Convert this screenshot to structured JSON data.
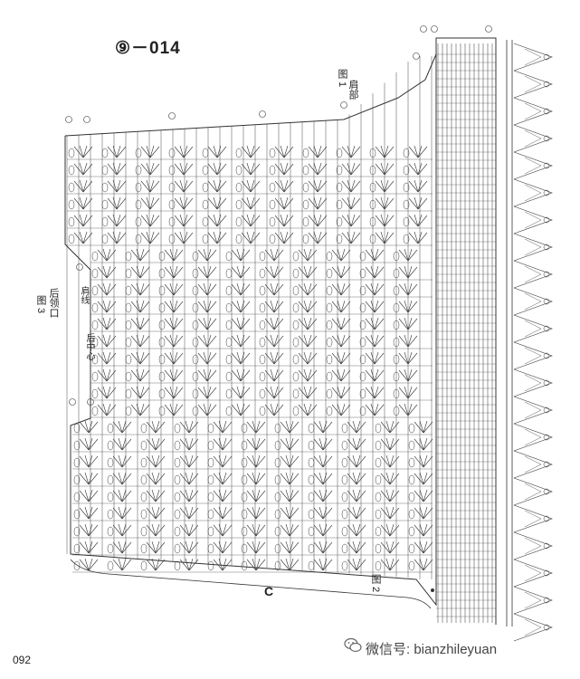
{
  "pattern_id": "⑨－014",
  "figure1": {
    "label": "图 1",
    "caption": "肩部"
  },
  "figure2": {
    "label": "图 2"
  },
  "figure3": {
    "label": "图 3",
    "caption": "后领口"
  },
  "markers": {
    "center": "后中心",
    "shoulder": "肩线"
  },
  "dimension_label": "C",
  "page_number": "092",
  "watermark": {
    "text": "微信号: bianzhileyuan",
    "icon": "wechat-icon"
  },
  "colors": {
    "ink": "#333333",
    "paper": "#ffffff"
  }
}
